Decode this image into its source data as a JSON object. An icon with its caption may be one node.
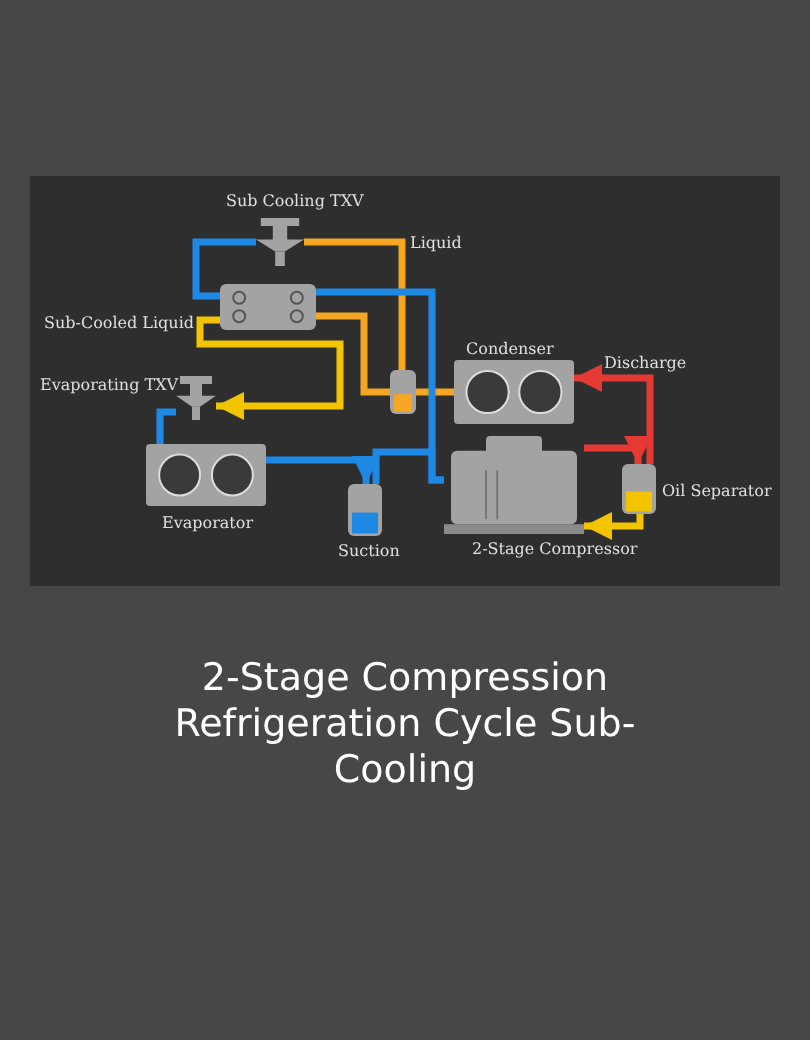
{
  "diagram": {
    "title": "2-Stage Compression Refrigeration Cycle Sub-Cooling",
    "nodes": [
      {
        "text": [
          "Sub Cooling TXV"
        ]
      },
      {
        "text": [],
        "shape": "box"
      },
      {
        "text": [
          "Condenser"
        ]
      },
      {
        "text": [
          "Evaporating TXV"
        ]
      },
      {
        "text": [
          "Evaporator"
        ]
      },
      {
        "text": [
          "Suction"
        ]
      },
      {
        "text": [
          "2-Stage Compressor"
        ]
      },
      {
        "text": [
          "Oil Separator"
        ]
      },
      {
        "text": [],
        "shape": "cylinder"
      }
    ],
    "edges": [
      {
        "from": 6,
        "to": 7,
        "arrow": "to",
        "color": "#e53935"
      },
      {
        "from": 7,
        "to": 2,
        "arrow": "to",
        "label": "Discharge",
        "color": "#e53935"
      },
      {
        "from": 7,
        "to": 6,
        "arrow": "to",
        "color": "#f2c500"
      },
      {
        "from": 2,
        "to": 8,
        "arrow": "none",
        "color": "#f5a623"
      },
      {
        "from": 8,
        "to": 0,
        "arrow": "none",
        "label": "Liquid",
        "color": "#f5a623"
      },
      {
        "from": 8,
        "to": 1,
        "arrow": "none",
        "color": "#f5a623"
      },
      {
        "from": 0,
        "to": 1,
        "arrow": "none"
      },
      {
        "from": 1,
        "to": 3,
        "arrow": "to",
        "label": "Sub-Cooled Liquid",
        "color": "#f2c500"
      },
      {
        "from": 3,
        "to": 4,
        "arrow": "none"
      },
      {
        "from": 4,
        "to": 5,
        "arrow": "to"
      },
      {
        "from": 5,
        "to": 6,
        "arrow": "none"
      },
      {
        "from": 1,
        "to": 6,
        "arrow": "none"
      }
    ]
  }
}
